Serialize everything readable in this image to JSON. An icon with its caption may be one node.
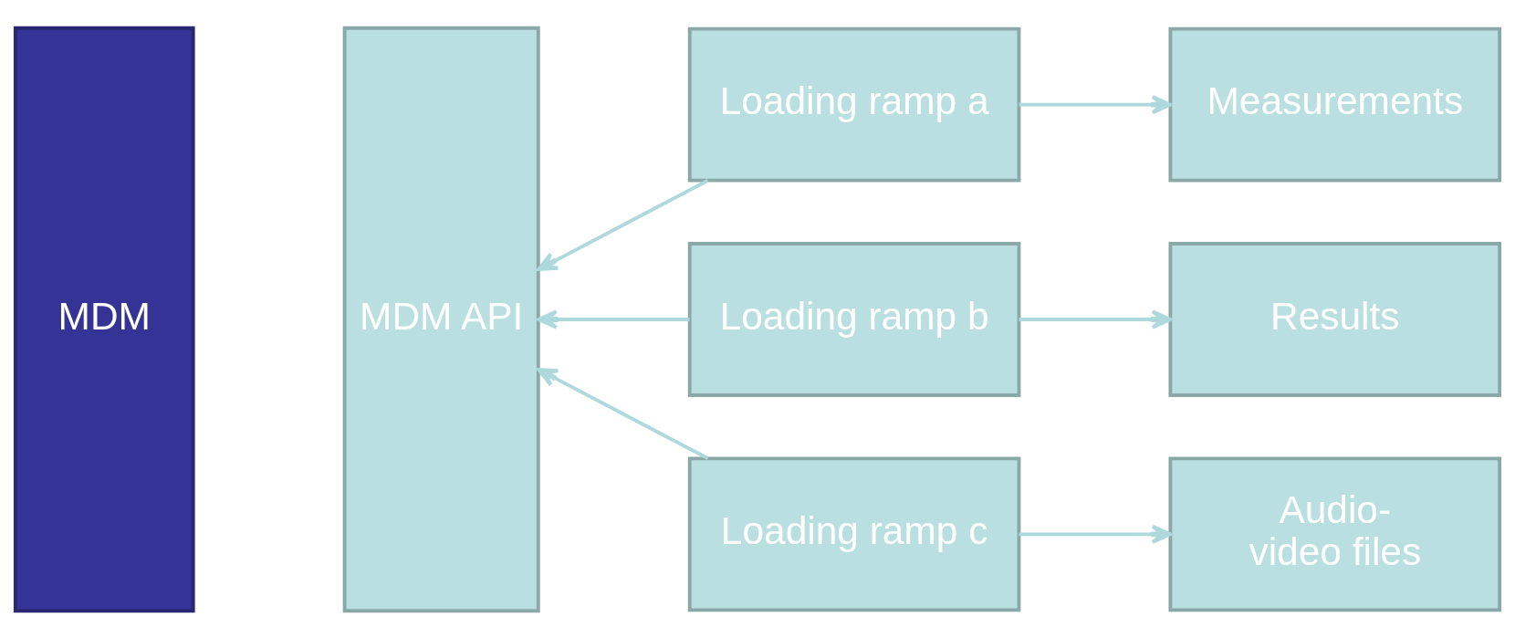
{
  "diagram": {
    "nodes": [
      {
        "text": [
          "MDM"
        ]
      },
      {
        "text": [
          "MDM API"
        ]
      },
      {
        "text": [
          "Loading ramp a"
        ]
      },
      {
        "text": [
          "Loading ramp b"
        ]
      },
      {
        "text": [
          "Loading ramp c"
        ]
      },
      {
        "text": [
          "Measurements"
        ]
      },
      {
        "text": [
          "Results"
        ]
      },
      {
        "text": [
          "Audio- video files"
        ]
      }
    ],
    "edges": [
      {
        "from": 2,
        "to": 1,
        "arrow": "to"
      },
      {
        "from": 2,
        "to": 5,
        "arrow": "to"
      },
      {
        "from": 3,
        "to": 1,
        "arrow": "to"
      },
      {
        "from": 3,
        "to": 6,
        "arrow": "to"
      },
      {
        "from": 4,
        "to": 1,
        "arrow": "to"
      },
      {
        "from": 4,
        "to": 7,
        "arrow": "to"
      }
    ]
  }
}
